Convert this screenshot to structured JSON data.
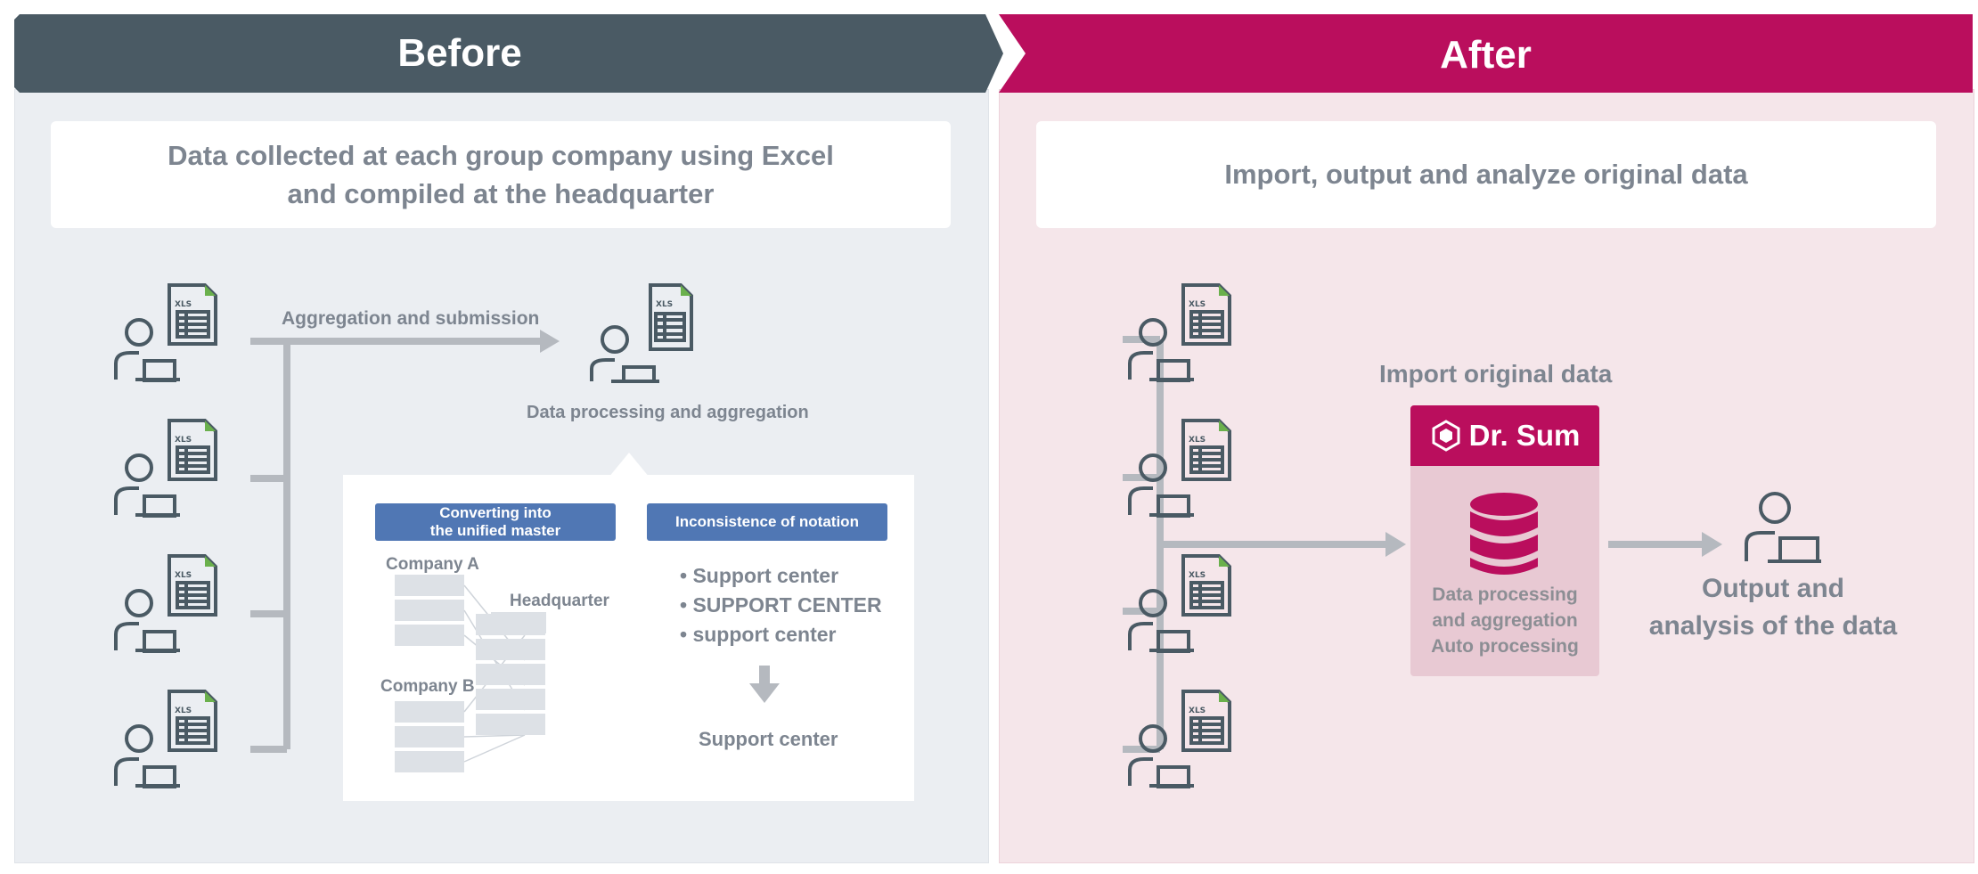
{
  "colors": {
    "before_header": "#4a5a64",
    "after_header": "#ba0e5d",
    "before_bg": "#ebeef2",
    "after_bg": "#f5e6ea",
    "tag_blue": "#5077b4",
    "connector_gray": "#b5b9bf"
  },
  "before": {
    "title": "Before",
    "summary_line1": "Data collected at each group company using Excel",
    "summary_line2": "and compiled at the headquarter",
    "arrow_label": "Aggregation and submission",
    "hq_label": "Data processing and aggregation",
    "file_badge": "XLS",
    "detail": {
      "tag_unified_line1": "Converting into",
      "tag_unified_line2": "the unified master",
      "tag_inconsistence": "Inconsistence of notation",
      "company_a": "Company A",
      "company_b": "Company B",
      "headquarter": "Headquarter",
      "notation_items": [
        "Support center",
        "SUPPORT CENTER",
        "support center"
      ],
      "notation_result": "Support center"
    }
  },
  "after": {
    "title": "After",
    "summary": "Import, output and analyze original data",
    "import_label": "Import original data",
    "product_name": "Dr. Sum",
    "product_line1": "Data processing",
    "product_line2": "and aggregation",
    "product_line3": "Auto processing",
    "output_line1": "Output and",
    "output_line2": "analysis of the data",
    "file_badge": "XLS"
  },
  "icons": [
    "person-icon",
    "laptop-icon",
    "spreadsheet-icon",
    "database-icon",
    "dr-sum-logo-icon",
    "down-arrow-icon"
  ]
}
